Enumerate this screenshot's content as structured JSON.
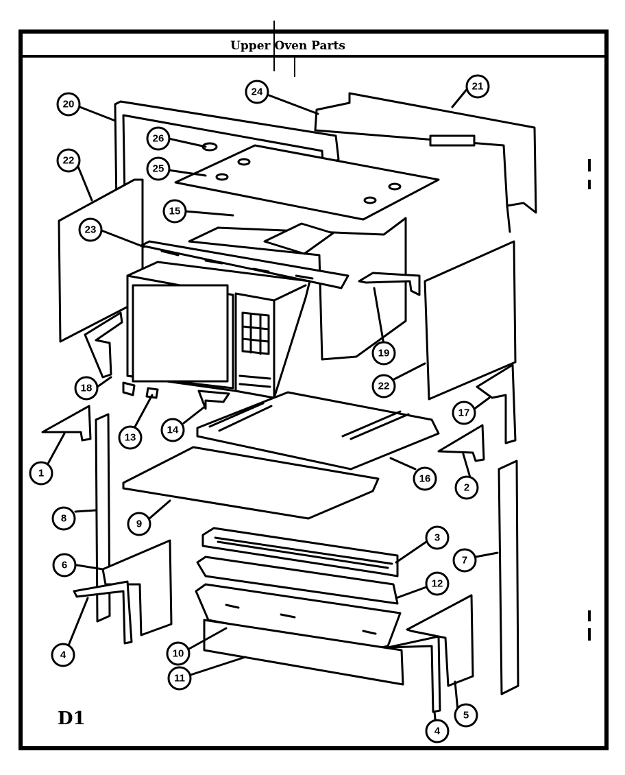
{
  "title": "Upper Oven Parts",
  "page_code": "D1",
  "callouts": [
    {
      "id": "c20",
      "label": "20"
    },
    {
      "id": "c24",
      "label": "24"
    },
    {
      "id": "c21",
      "label": "21"
    },
    {
      "id": "c26",
      "label": "26"
    },
    {
      "id": "c22a",
      "label": "22"
    },
    {
      "id": "c25",
      "label": "25"
    },
    {
      "id": "c15",
      "label": "15"
    },
    {
      "id": "c23",
      "label": "23"
    },
    {
      "id": "c19",
      "label": "19"
    },
    {
      "id": "c22b",
      "label": "22"
    },
    {
      "id": "c18",
      "label": "18"
    },
    {
      "id": "c17",
      "label": "17"
    },
    {
      "id": "c13",
      "label": "13"
    },
    {
      "id": "c14",
      "label": "14"
    },
    {
      "id": "c1",
      "label": "1"
    },
    {
      "id": "c16",
      "label": "16"
    },
    {
      "id": "c2",
      "label": "2"
    },
    {
      "id": "c8",
      "label": "8"
    },
    {
      "id": "c9",
      "label": "9"
    },
    {
      "id": "c3",
      "label": "3"
    },
    {
      "id": "c7",
      "label": "7"
    },
    {
      "id": "c6",
      "label": "6"
    },
    {
      "id": "c12",
      "label": "12"
    },
    {
      "id": "c4a",
      "label": "4"
    },
    {
      "id": "c10",
      "label": "10"
    },
    {
      "id": "c11",
      "label": "11"
    },
    {
      "id": "c4b",
      "label": "4"
    },
    {
      "id": "c5",
      "label": "5"
    }
  ]
}
